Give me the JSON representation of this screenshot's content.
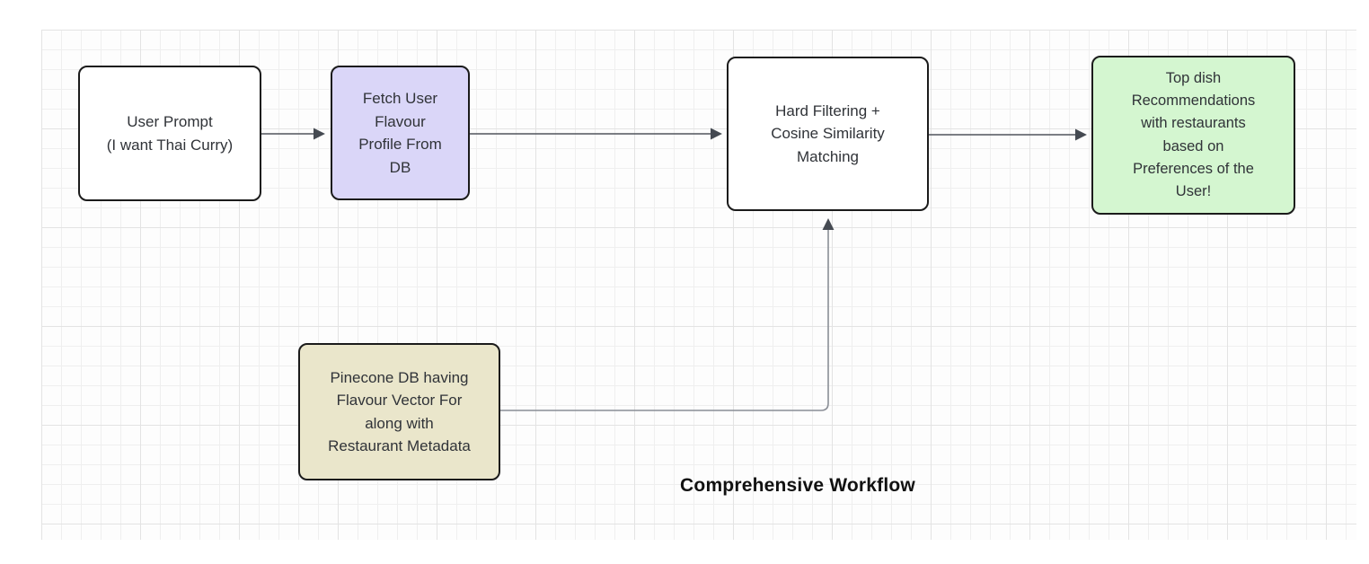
{
  "diagram": {
    "title": "Comprehensive Workflow",
    "nodes": {
      "user_prompt": {
        "label": "User Prompt\n(I want Thai Curry)",
        "fill": "#ffffff"
      },
      "fetch_profile": {
        "label": "Fetch User\nFlavour\nProfile From\nDB",
        "fill": "#dad6f8"
      },
      "hard_filtering": {
        "label": "Hard Filtering +\nCosine Similarity\nMatching",
        "fill": "#ffffff"
      },
      "recommendations": {
        "label": "Top dish\nRecommendations\nwith restaurants\nbased on\nPreferences of the\nUser!",
        "fill": "#d4f6d0"
      },
      "pinecone_db": {
        "label": "Pinecone DB having\nFlavour Vector For\nalong with\nRestaurant Metadata",
        "fill": "#eae6cb"
      }
    },
    "edges": [
      {
        "from": "user_prompt",
        "to": "fetch_profile",
        "style": "straight"
      },
      {
        "from": "fetch_profile",
        "to": "hard_filtering",
        "style": "straight"
      },
      {
        "from": "hard_filtering",
        "to": "recommendations",
        "style": "straight"
      },
      {
        "from": "pinecone_db",
        "to": "hard_filtering",
        "style": "elbow"
      }
    ],
    "colors": {
      "node_border": "#1b1b1b",
      "node_text": "#303338",
      "edge_dark": "#50555c",
      "edge_light": "#8a8e96",
      "arrowhead": "#454a52",
      "grid_minor": "#efefef",
      "grid_major": "#e3e3e3"
    }
  }
}
